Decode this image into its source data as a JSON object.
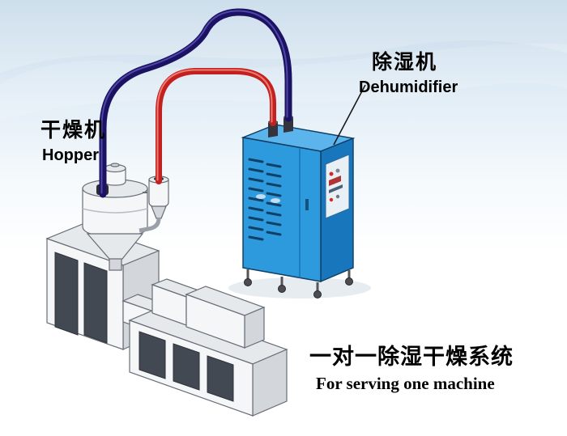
{
  "labels": {
    "dryer": {
      "cn": "干燥机",
      "en": "Hopper"
    },
    "dehumidifier": {
      "cn": "除湿机",
      "en": "Dehumidifier"
    },
    "caption": {
      "cn": "一对一除湿干燥系统",
      "en": "For serving one machine"
    }
  },
  "colors": {
    "pipe_red": "#c42020",
    "pipe_navy": "#1b1264",
    "cabinet_front": "#2d9ade",
    "cabinet_side": "#1877bc",
    "cabinet_top": "#5bb5ec",
    "machine_body": "#f5f6f8",
    "background_top": "#c3d7e8"
  },
  "components": [
    "hopper-dryer-unit",
    "extruder-machine",
    "dehumidifier-cabinet",
    "red-air-hose",
    "blue-air-hose"
  ]
}
